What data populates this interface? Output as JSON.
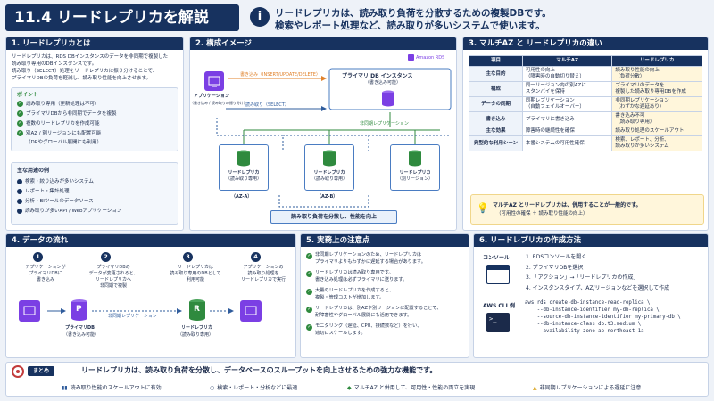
{
  "header": {
    "title": "11.4 リードレプリカを解説",
    "headline1": "リードレプリカは、読み取り負荷を分散するための複製DBです。",
    "headline2": "検索やレポート処理など、読み取りが多いシステムで使います。"
  },
  "s1": {
    "title": "1. リードレプリカとは",
    "p": [
      "リードレプリカは、RDS DBインスタンスのデータを非同期で複製した",
      "読み取り専用のDBインスタンスです。",
      "読み取り（SELECT）処理をリードレプリカに振り分けることで、",
      "プライマリDBの負荷を軽減し、読み取り性能を向上させます。"
    ],
    "points_title": "ポイント",
    "points": [
      "読み取り専用（更新処理は不可）",
      "プライマリDBから非同期でデータを複製",
      "複数のリードレプリカを作成可能",
      "別AZ / 別リージョンにも配置可能",
      "（DRやグローバル展開にも利用）"
    ],
    "uses_title": "主な用途の例",
    "uses": [
      "検索・絞り込みが多いシステム",
      "レポート・集計処理",
      "分析・BIツールのデータソース",
      "読み取りが多いAPI / Webアプリケーション"
    ]
  },
  "s2": {
    "title": "2. 構成イメージ",
    "aws": "Amazon RDS",
    "app": "アプリケーション",
    "app_sub": "（書き込み / 読み取りの振り分け）",
    "write": "書き込み（INSERT/UPDATE/DELETE）",
    "read": "読み取り（SELECT）",
    "primary": "プライマリ DB インスタンス",
    "primary_sub": "（書き込み可能）",
    "repl": "非同期レプリケーション",
    "replicas": [
      {
        "name": "リードレプリカ",
        "sub": "（読み取り専用）",
        "zone": "（AZ-A）"
      },
      {
        "name": "リードレプリカ",
        "sub": "（読み取り専用）",
        "zone": "（AZ-B）"
      },
      {
        "name": "リードレプリカ",
        "sub": "（別リージョン）",
        "zone": ""
      }
    ],
    "bottom": "読み取り負荷を分散し、性能を向上"
  },
  "s3": {
    "title": "3. マルチAZ と リードレプリカの違い",
    "headers": [
      "項目",
      "マルチAZ",
      "リードレプリカ"
    ],
    "rows": [
      [
        "主な目的",
        "可用性の向上\n（障害時の自動切り替え）",
        "読み取り性能の向上\n（負荷分散）"
      ],
      [
        "構成",
        "同一リージョン内の別AZに\nスタンバイを保持",
        "プライマリのデータを\n複製した読み取り専用DBを作成"
      ],
      [
        "データの同期",
        "同期レプリケーション\n（自動フェイルオーバー）",
        "非同期レプリケーション\n（わずかな遅延あり）"
      ],
      [
        "書き込み",
        "プライマリに書き込み",
        "書き込み不可\n（読み取り専用）"
      ],
      [
        "主な効果",
        "障害時の継続性を確保",
        "読み取り処理のスケールアウト"
      ],
      [
        "典型的な利用シーン",
        "本番システムの可用性確保",
        "検索、レポート、分析、\n読み取りが多いシステム"
      ]
    ],
    "note1": "マルチAZ とリードレプリカは、併用することが一般的です。",
    "note2": "（可用性の確保 ＋ 読み取り性能の向上）"
  },
  "s4": {
    "title": "4. データの流れ",
    "steps": [
      {
        "n": "1",
        "t": "アプリケーションが\nプライマリDBに\n書き込み"
      },
      {
        "n": "2",
        "t": "プライマリDBの\nデータが変更されると、\nリードレプリカへ\n非同期で複製"
      },
      {
        "n": "3",
        "t": "リードレプリカは\n読み取り専用のDBとして\n利用可能"
      },
      {
        "n": "4",
        "t": "アプリケーションの\n読み取り処理を\nリードレプリカで実行"
      }
    ],
    "p_letter": "P",
    "r_letter": "R",
    "primary": "プライマリDB",
    "primary_sub": "（書き込み可能）",
    "repl": "非同期レプリケーション",
    "replica": "リードレプリカ",
    "replica_sub": "（読み取り専用）"
  },
  "s5": {
    "title": "5. 実務上の注意点",
    "items": [
      "非同期レプリケーションのため、リードレプリカは\nプライマリよりもわずかに遅延する場合があります。",
      "リードレプリカは読み取り専用です。\n書き込み処理は必ずプライマリに送ります。",
      "大量のリードレプリカを作成すると、\n複製・管理コストが増加します。",
      "リードレプリカは、別AZや別リージョンに配置することで、\n耐障害性やグローバル展開にも活用できます。",
      "モニタリング（遅延、CPU、接続数など）を行い、\n適切にスケールします。"
    ]
  },
  "s6": {
    "title": "6. リードレプリカの作成方法",
    "console": "コンソール",
    "steps": [
      "1.  RDSコンソールを開く",
      "2.  プライマリDBを選択",
      "3.  「アクション」→「リードレプリカの作成」",
      "4.  インスタンスタイプ、AZ/リージョンなどを選択して作成"
    ],
    "cli": "AWS CLI 例",
    "code": "aws rds create-db-instance-read-replica \\\n    --db-instance-identifier my-db-replica \\\n    --source-db-instance-identifier my-primary-db \\\n    --db-instance-class db.t3.medium \\\n    --availability-zone ap-northeast-1a"
  },
  "footer": {
    "label": "まとめ",
    "text": "リードレプリカは、読み取り負荷を分散し、データベースのスループットを向上させるための強力な機能です。",
    "items": [
      "読み取り性能のスケールアウトに有効",
      "検索・レポート・分析などに最適",
      "マルチAZ と併用して、可用性・性能の両立を実現",
      "非同期レプリケーションによる遅延に注意"
    ]
  },
  "colors": {
    "navy": "#17325f",
    "blue": "#4a7cc2",
    "green": "#2f8a3e",
    "purple": "#7b3fe4"
  },
  "icons": [
    "info-icon",
    "check-icon",
    "app-icon",
    "database-icon",
    "terminal-icon",
    "chart-icon",
    "search-icon",
    "shield-icon",
    "warning-icon",
    "target-icon"
  ]
}
